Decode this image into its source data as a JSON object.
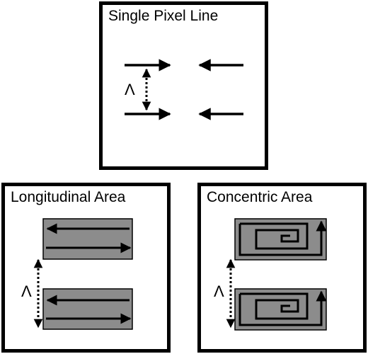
{
  "panels": {
    "single_pixel_line": {
      "title": "Single Pixel Line",
      "spacing_symbol": "Λ"
    },
    "longitudinal_area": {
      "title": "Longitudinal Area",
      "spacing_symbol": "Λ"
    },
    "concentric_area": {
      "title": "Concentric Area",
      "spacing_symbol": "Λ"
    }
  },
  "colors": {
    "stroke": "#000000",
    "fill_area": "#8c8c8c",
    "background": "#ffffff"
  }
}
